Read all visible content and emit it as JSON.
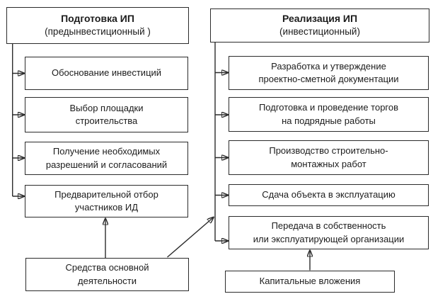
{
  "diagram": {
    "left_column": {
      "header": {
        "title": "Подготовка ИП",
        "subtitle": "(предынвестиционный )"
      },
      "items": [
        {
          "label": "Обоснование инвестиций"
        },
        {
          "label": "Выбор площадки\nстроительства"
        },
        {
          "label": "Получение необходимых\nразрешений и согласований"
        },
        {
          "label": "Предварительной отбор\nучастников ИД"
        }
      ],
      "funding_source": {
        "label": "Средства основной\nдеятельности"
      }
    },
    "right_column": {
      "header": {
        "title": "Реализация ИП",
        "subtitle": "(инвестиционный)"
      },
      "items": [
        {
          "label": "Разработка и утверждение\nпроектно-сметной документации"
        },
        {
          "label": "Подготовка и проведение торгов\nна подрядные работы"
        },
        {
          "label": "Производство строительно-\nмонтажных работ"
        },
        {
          "label": "Сдача объекта в эксплуатацию"
        },
        {
          "label": "Передача в собственность\nили эксплуатирующей организации"
        }
      ],
      "funding_source": {
        "label": "Капитальные вложения"
      }
    },
    "colors": {
      "line": "#2b2b2b",
      "text": "#1c1c1c",
      "background": "#ffffff"
    }
  }
}
